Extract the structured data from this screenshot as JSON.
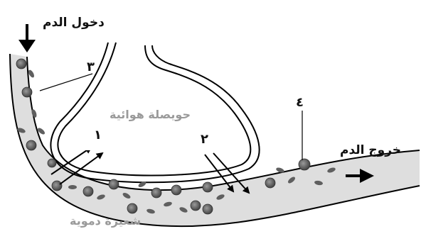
{
  "labels": {
    "blood_in": "دخول الدم",
    "blood_out": "خروج الدم",
    "alveolus": "حويصلة هوائية",
    "capillary": "شعيرة دموية"
  },
  "callouts": {
    "one": "١",
    "two": "٢",
    "three": "٣",
    "four": "٤"
  },
  "colors": {
    "capillary_fill": "#dedede",
    "red_cell": "#5a5a5a",
    "line": "#000000"
  }
}
